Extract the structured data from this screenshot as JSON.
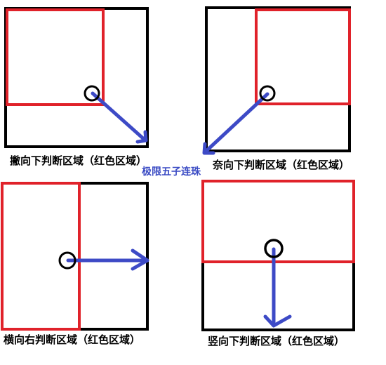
{
  "panels": {
    "diagonal_down_left_to_right": {
      "caption": "撇向下判断区域（红色区域）"
    },
    "diagonal_down_right_to_left": {
      "caption": "奈向下判断区域（红色区域）"
    },
    "horizontal_right": {
      "caption": "横向右判断区域（红色区域）"
    },
    "vertical_down": {
      "caption": "竖向下判断区域（红色区域）"
    }
  },
  "watermark": "极限五子连珠",
  "colors": {
    "box_border": "#000000",
    "region": "#e0222a",
    "arrow": "#3d4ac6",
    "watermark": "#3a4bc4"
  }
}
